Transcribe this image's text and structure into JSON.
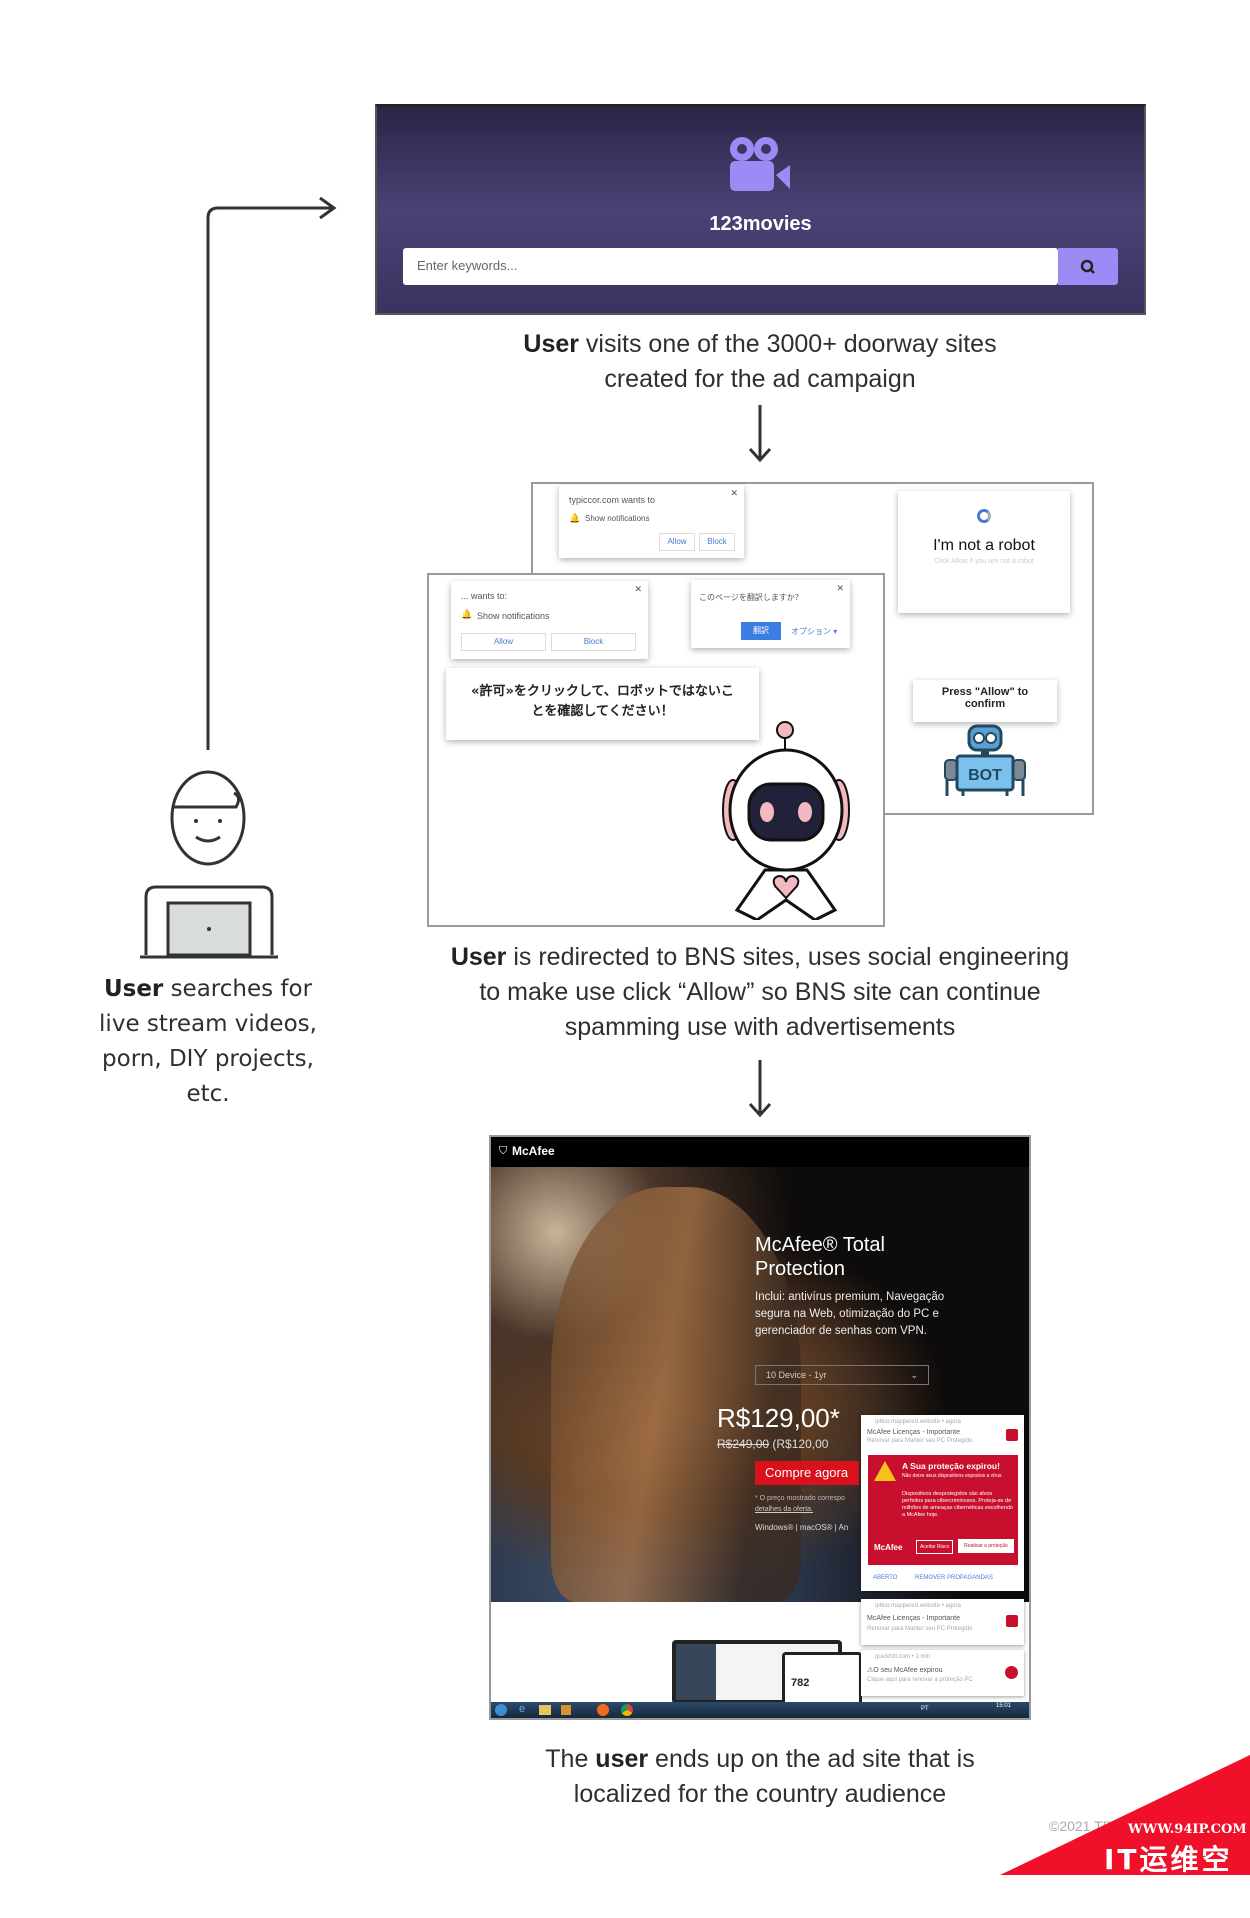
{
  "left": {
    "caption_bold": "User",
    "caption_rest": " searches for live stream videos, porn, DIY projects, etc."
  },
  "step1": {
    "site": {
      "title": "123movies",
      "search_placeholder": "Enter keywords...",
      "icons": [
        "video-camera-icon",
        "search-icon"
      ]
    },
    "caption_bold": "User",
    "caption_rest": " visits one of the 3000+ doorway sites created for the ad campaign"
  },
  "step2": {
    "popup1": {
      "title": "typiccor.com wants to",
      "item": "Show notifications",
      "allow": "Allow",
      "block": "Block"
    },
    "captcha": {
      "title": "I'm not a robot",
      "sub": "Click Allow if you are not a robot"
    },
    "press_allow": "Press \"Allow\" to confirm",
    "bot_label": "BOT",
    "popup2": {
      "title": "... wants to:",
      "item": "Show notifications",
      "allow": "Allow",
      "block": "Block"
    },
    "translate_popup": {
      "title": "このページを翻訳しますか？",
      "translate": "翻訳",
      "options": "オプション ▾"
    },
    "speech": "«許可»をクリックして、ロボットではないことを確認してください！",
    "caption_bold": "User",
    "caption_rest": " is redirected to BNS sites, uses social engineering to make use click “Allow” so BNS site can continue spamming use with advertisements"
  },
  "step3": {
    "ad": {
      "logo": "McAfee",
      "title": "McAfee® Total Protection",
      "description": "Inclui: antivírus premium, Navegação segura na Web, otimização do PC e gerenciador de senhas com VPN.",
      "plan_select": "10 Device - 1yr",
      "price": "R$129,00*",
      "old_price": "R$249,00",
      "savings": "(R$120,00",
      "buy_button": "Compre agora",
      "fine_print": "* O preço mostrado correspo",
      "offer_link": "detalhes da oferta.",
      "platforms": "Windows® | macOS® | An",
      "device_score": "782",
      "notifications": [
        {
          "source": "iptkor.mappered.website • agora",
          "title": "McAfee Licenças - Importante",
          "body": "Renovar para Manter seu PC Protegido"
        },
        {
          "source": "iptkor.mappered.website • agora",
          "title": "McAfee Licenças - Importante",
          "body": "Renovar para Manter seu PC Protegido"
        },
        {
          "source": "quickfoit.com • 1 min",
          "title": "⚠O seu McAfee expirou",
          "body": "Clique aqui para renovar a proteção PC"
        }
      ],
      "alert": {
        "title": "A Sua proteção expirou!",
        "subtitle": "Não deixe seus dispositivos expostos a vírus",
        "body": "Dispositivos desprotegidos são alvos perfeitos para cibercriminosos. Proteja-se de milhões de ameaças cibernéticas escolhendo a McAfee hoje.",
        "brand": "McAfee",
        "accept_risk": "Aceitar Risco",
        "reactivate": "Reativar a proteção",
        "open": "ABERTO",
        "remove_ads": "REMOVER PROPAGANDAS"
      },
      "taskbar": {
        "lang": "PT",
        "time": "15:01"
      }
    },
    "caption_pre": "The ",
    "caption_bold": "user",
    "caption_rest": " ends up on the ad site that is localized for the country audience"
  },
  "footer": {
    "copyright": "©2021 TR"
  },
  "watermark": {
    "url": "WWW.94IP.COM",
    "name": "IT运维空间"
  },
  "colors": {
    "site_purple": "#9b8cf5",
    "mcafee_red": "#c8102e",
    "watermark_red": "#f0102a"
  }
}
